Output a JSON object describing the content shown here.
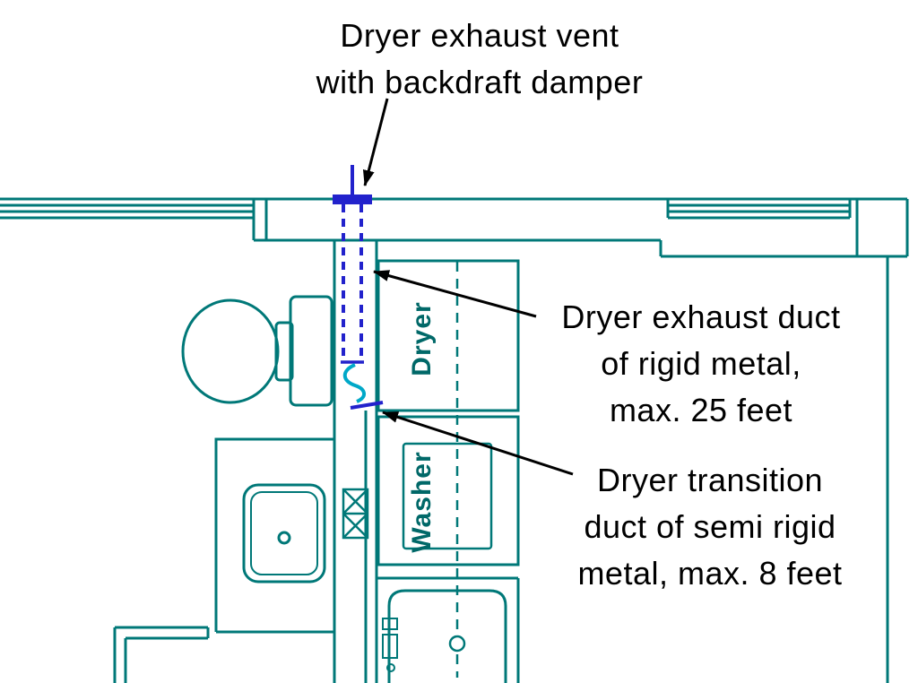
{
  "colors": {
    "background": "#ffffff",
    "plan_line": "#007878",
    "duct_blue": "#2222cc",
    "transition_cyan": "#00a8c8",
    "annotation_text": "#000000",
    "appliance_label": "#006868"
  },
  "annotations": {
    "vent": {
      "text": "Dryer exhaust vent\nwith backdraft damper"
    },
    "rigid_duct": {
      "text": "Dryer exhaust duct\nof rigid metal,\nmax. 25 feet"
    },
    "transition_duct": {
      "text": "Dryer transition\nduct of semi rigid\nmetal, max. 8 feet"
    }
  },
  "labels": {
    "dryer": "Dryer",
    "washer": "Washer"
  }
}
